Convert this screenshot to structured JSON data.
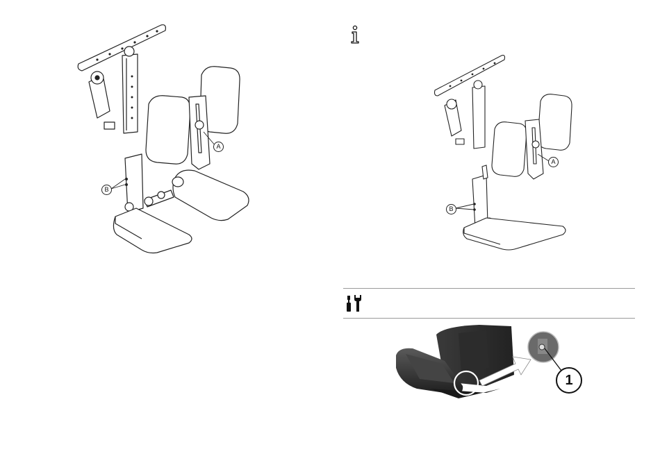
{
  "left_figure": {
    "callout_a": "A",
    "callout_b": "B"
  },
  "right_figure": {
    "callout_a": "A",
    "callout_b": "B"
  },
  "info_icon": "information-icon",
  "tools_icon": "tools-icon",
  "photo": {
    "callout_number": "1"
  }
}
